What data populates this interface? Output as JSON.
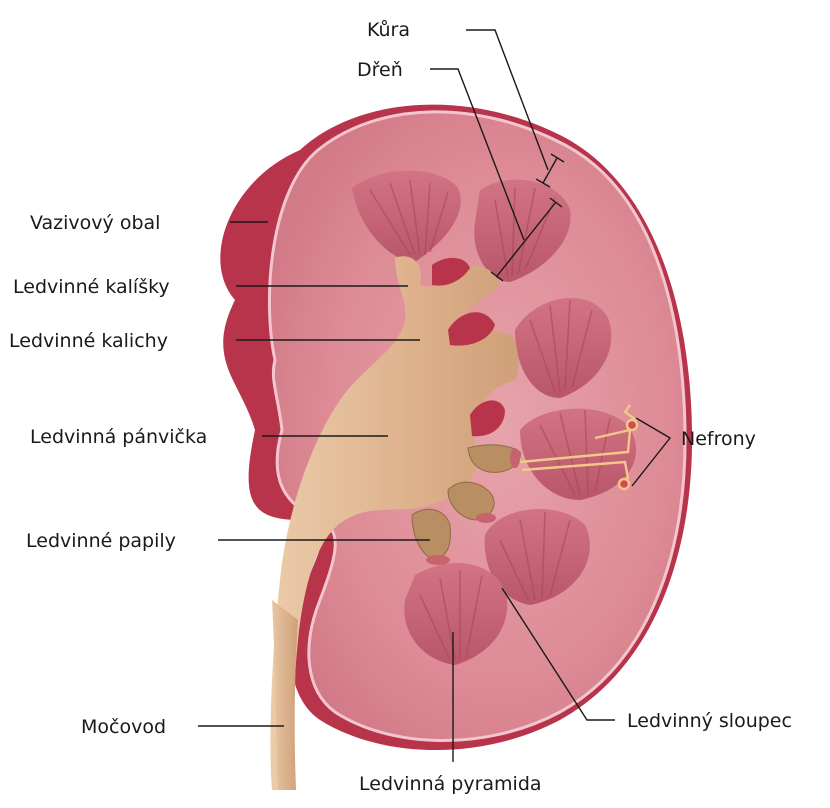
{
  "labels": {
    "cortex": "Kůra",
    "medulla": "Dřeň",
    "fibrous_capsule": "Vazivový obal",
    "minor_calyces": "Ledvinné kalíšky",
    "major_calyces": "Ledvinné kalichy",
    "renal_pelvis": "Ledvinná pánvička",
    "renal_papillae": "Ledvinné papily",
    "ureter": "Močovod",
    "renal_pyramid": "Ledvinná pyramida",
    "renal_column": "Ledvinný sloupec",
    "nephrons": "Nefrony"
  },
  "colors": {
    "capsule_outer": "#b8344a",
    "cortex": "#dd8a94",
    "cortex_edge": "#f3c6cf",
    "pyramid": "#c7636f",
    "pyramid_stripe": "#a84555",
    "pelvis": "#dfb591",
    "pelvis_shadow": "#c99e78",
    "papilla_tube": "#b98e63",
    "nephron": "#f2c78a"
  }
}
